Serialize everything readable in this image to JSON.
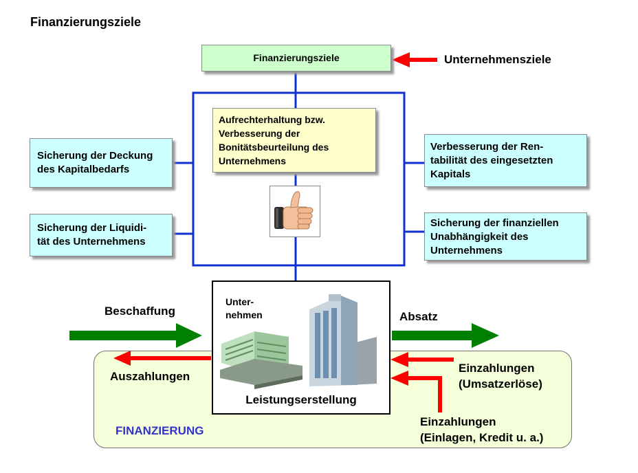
{
  "title": "Finanzierungsziele",
  "top_box": "Finanzierungsziele",
  "unternehmensziele": "Unternehmensziele",
  "center_box": "Aufrechterhaltung bzw.\nVerbesserung der\nBonitätsbeurteilung des\nUnternehmens",
  "left_top": "Sicherung der Deckung\ndes Kapitalbedarfs",
  "left_bottom": "Sicherung der Liquidi-\ntät des Unternehmens",
  "right_top": "Verbesserung der Ren-\ntabilität des eingesetzten\nKapitals",
  "right_bottom": "Sicherung der finanziellen\nUnabhängigkeit des\nUnternehmens",
  "unternehmen": "Unter-\nnehmen",
  "leistungserstellung": "Leistungserstellung",
  "beschaffung": "Beschaffung",
  "absatz": "Absatz",
  "auszahlungen": "Auszahlungen",
  "einzahlungen_umsatz": "Einzahlungen\n(Umsatzerlöse)",
  "einzahlungen_einlagen": "Einzahlungen\n(Einlagen, Kredit u. a.)",
  "finanzierung": "FINANZIERUNG",
  "colors": {
    "blue_line": "#1030d0",
    "red_arrow": "#ff0000",
    "green_arrow": "#008000",
    "finanzierung_text": "#3333cc"
  },
  "icons": [
    "thumbs-up-icon",
    "office-buildings-icon"
  ]
}
